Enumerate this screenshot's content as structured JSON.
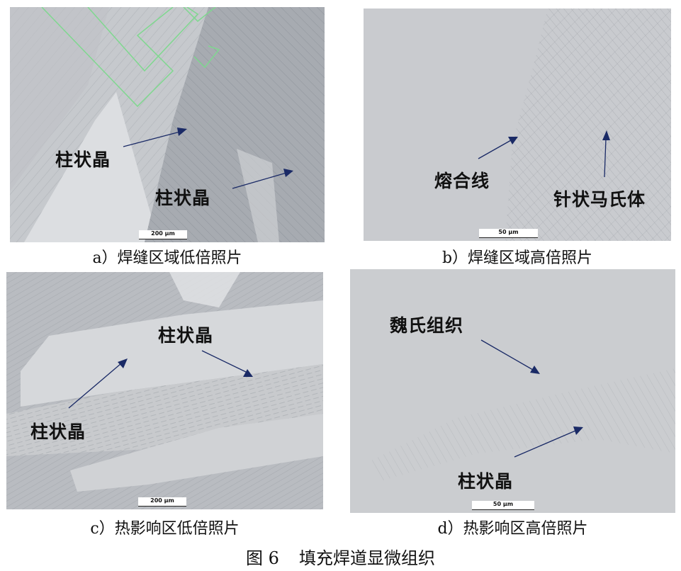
{
  "figure": {
    "number_label": "图 6",
    "title": "填充焊道显微组织"
  },
  "panels": [
    {
      "id": "a",
      "caption": "a）焊缝区域低倍照片",
      "scale_bar": "200 µm",
      "annotations": [
        {
          "text": "柱状晶"
        },
        {
          "text": "柱状晶"
        }
      ]
    },
    {
      "id": "b",
      "caption": "b）焊缝区域高倍照片",
      "scale_bar": "50 µm",
      "annotations": [
        {
          "text": "熔合线"
        },
        {
          "text": "针状马氏体"
        }
      ]
    },
    {
      "id": "c",
      "caption": "c）热影响区低倍照片",
      "scale_bar": "200 µm",
      "annotations": [
        {
          "text": "柱状晶"
        },
        {
          "text": "柱状晶"
        }
      ]
    },
    {
      "id": "d",
      "caption": "d）热影响区高倍照片",
      "scale_bar": "50 µm",
      "annotations": [
        {
          "text": "魏氏组织"
        },
        {
          "text": "柱状晶"
        }
      ]
    }
  ],
  "colors": {
    "arrow": "#1a2a66",
    "grid_overlay": "#7fd88f"
  }
}
